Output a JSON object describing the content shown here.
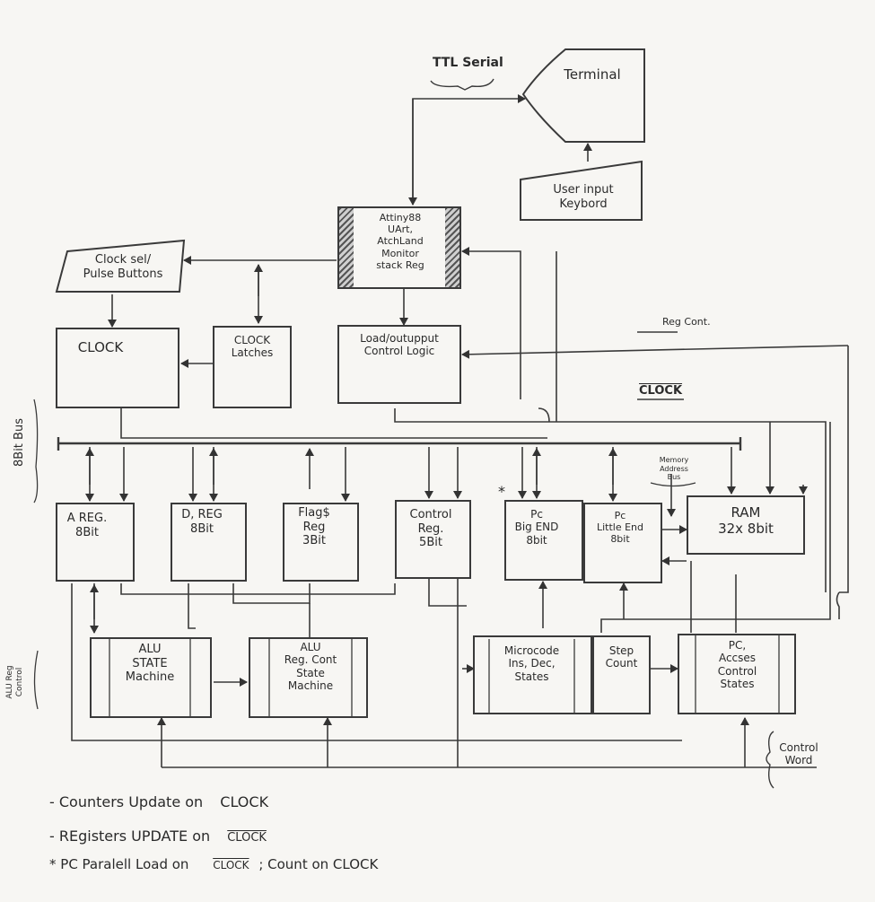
{
  "blocks": {
    "terminal": "Terminal",
    "keyboard": "User input\nKeybord",
    "attiny": "Attiny88\nUArt,\nAtchLand\nMonitor\nstack Reg",
    "clock_sel": "Clock sel/\nPulse Buttons",
    "clock": "CLOCK",
    "clock_latches": "CLOCK\nLatches",
    "load_output": "Load/outupput\nControl Logic",
    "a_reg": "A REG.\n8Bit",
    "d_reg": "D, REG\n8Bit",
    "flags_reg": "Flag$\nReg\n3Bit",
    "control_reg": "Control\nReg.\n5Bit",
    "pc_big": "Pc\nBig END\n8bit",
    "pc_little": "Pc\nLittle End\n8bit",
    "ram": "RAM\n32x 8bit",
    "alu_state": "ALU\nSTATE\nMachine",
    "alu_reg": "ALU\nReg. Cont\nState\nMachine",
    "microcode": "Microcode\nIns, Dec,\nStates",
    "step_count": "Step\nCount",
    "pc_access": "PC,\nAccses\nControl\nStates"
  },
  "labels": {
    "ttl_serial": "TTL Serial",
    "reg_cont": "Reg Cont.",
    "clock": "CLOCK",
    "bus": "8Bit Bus",
    "memory_address": "Memory\nAddress\nBus",
    "alu_reg_control": "ALU Reg\nControl",
    "control_word": "Control\nWord",
    "asterisk": "*"
  },
  "notes": {
    "line1_prefix": "- Counters Update on",
    "line1_clock": "CLOCK",
    "line2_prefix": "- REgisters UPDATE on",
    "line2_clock": "CLOCK",
    "line3_prefix": "* PC Paralell Load on",
    "line3_clock": "CLOCK",
    "line3_suffix": "; Count on CLOCK"
  }
}
